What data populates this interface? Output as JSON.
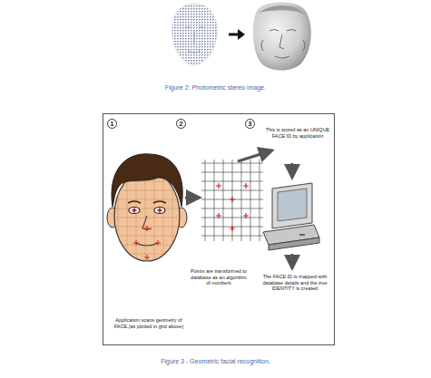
{
  "diagram": {
    "caption": "Figure 3 - Geometric facial recognition.",
    "nodes": [
      {
        "text": [
          "Application scans geometry of FACE (as plotted in grid above)",
          "Points are transformed to database as an algorithm of numbers",
          "This is stored as an UNIQUE FACE ID by application",
          "The FACE ID is mapped with database details and the true IDENTITY is created"
        ]
      },
      {
        "text": [
          "1"
        ],
        "in": 0
      },
      {
        "text": [
          "2"
        ],
        "in": 0
      },
      {
        "text": [
          "3"
        ],
        "in": 0
      }
    ],
    "labels": [
      "Figure 2: Photometric stereo image."
    ]
  }
}
